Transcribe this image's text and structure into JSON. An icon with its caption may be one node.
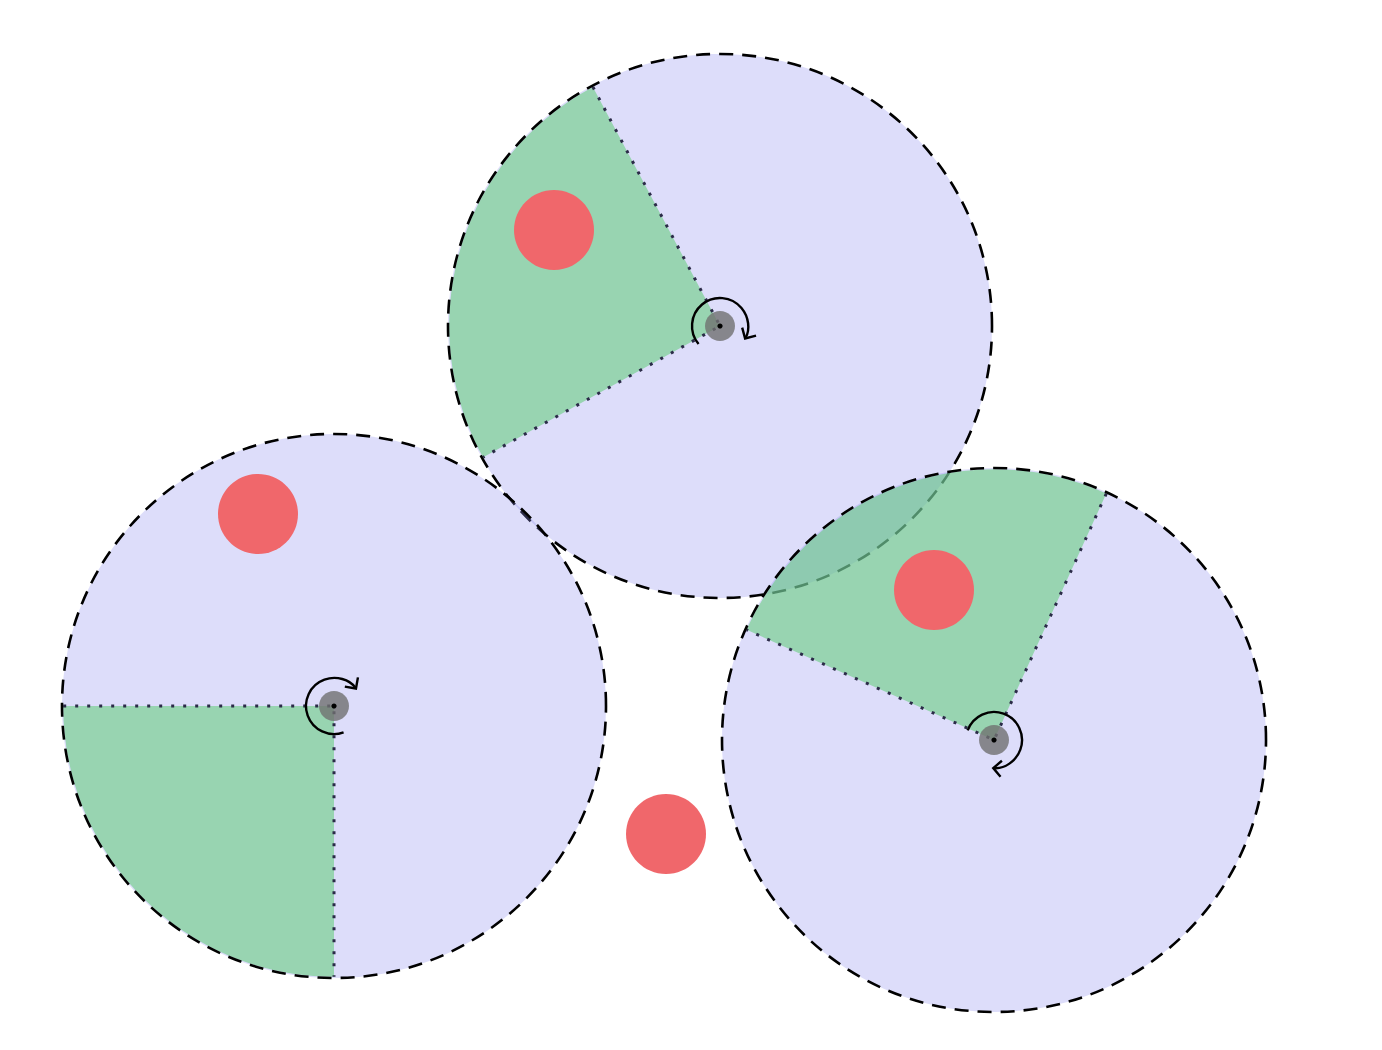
{
  "diagram": {
    "nodes": [
      {
        "text": [],
        "shape": "circle"
      },
      {
        "text": [],
        "shape": "circle",
        "in": 0
      },
      {
        "text": [],
        "shape": "circle"
      },
      {
        "text": [],
        "shape": "circle",
        "in": 2
      },
      {
        "text": [],
        "shape": "circle"
      },
      {
        "text": [],
        "shape": "circle",
        "in": 4
      },
      {
        "text": [],
        "shape": "circle"
      }
    ]
  }
}
